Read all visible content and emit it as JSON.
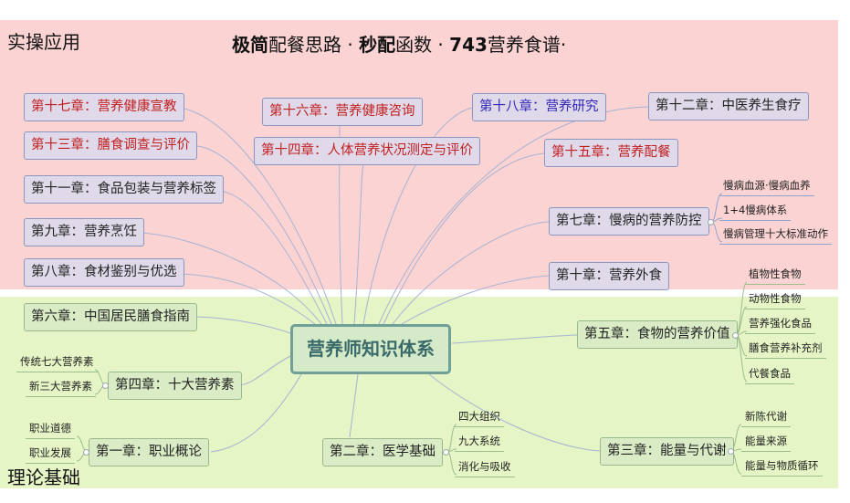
{
  "labels": {
    "practice": "实操应用",
    "theory": "理论基础"
  },
  "title": {
    "b1": "极简",
    "t1": "配餐思路 · ",
    "b2": "秒配",
    "t2": "函数 · ",
    "b3": "743",
    "t3": "营养食谱·"
  },
  "central": "营养师知识体系",
  "chapters": {
    "ch17": "第十七章：营养健康宣教",
    "ch16": "第十六章：营养健康咨询",
    "ch18": "第十八章：营养研究",
    "ch12": "第十二章：中医养生食疗",
    "ch13": "第十三章：膳食调查与评价",
    "ch14": "第十四章：人体营养状况测定与评价",
    "ch15": "第十五章：营养配餐",
    "ch11": "第十一章：食品包装与营养标签",
    "ch9": "第九章：营养烹饪",
    "ch7": "第七章：慢病的营养防控",
    "ch8": "第八章：食材鉴别与优选",
    "ch10": "第十章：营养外食",
    "ch6": "第六章：中国居民膳食指南",
    "ch5": "第五章：食物的营养价值",
    "ch4": "第四章：十大营养素",
    "ch1": "第一章：职业概论",
    "ch2": "第二章：医学基础",
    "ch3": "第三章：能量与代谢"
  },
  "leaves": {
    "ch7": [
      "慢病血源·慢病血养",
      "1+4慢病体系",
      "慢病管理十大标准动作"
    ],
    "ch5": [
      "植物性食物",
      "动物性食物",
      "营养强化食品",
      "膳食营养补充剂",
      "代餐食品"
    ],
    "ch4": [
      "传统七大营养素",
      "新三大营养素"
    ],
    "ch1": [
      "职业道德",
      "职业发展"
    ],
    "ch2": [
      "四大组织",
      "九大系统",
      "消化与吸收"
    ],
    "ch3": [
      "新陈代谢",
      "能量来源",
      "能量与物质循环"
    ]
  },
  "colors": {
    "red_text": "#c21f1f",
    "blue_text": "#3026b8",
    "top_band": "#fbd3d3",
    "bottom_band": "#e5f5c5"
  }
}
